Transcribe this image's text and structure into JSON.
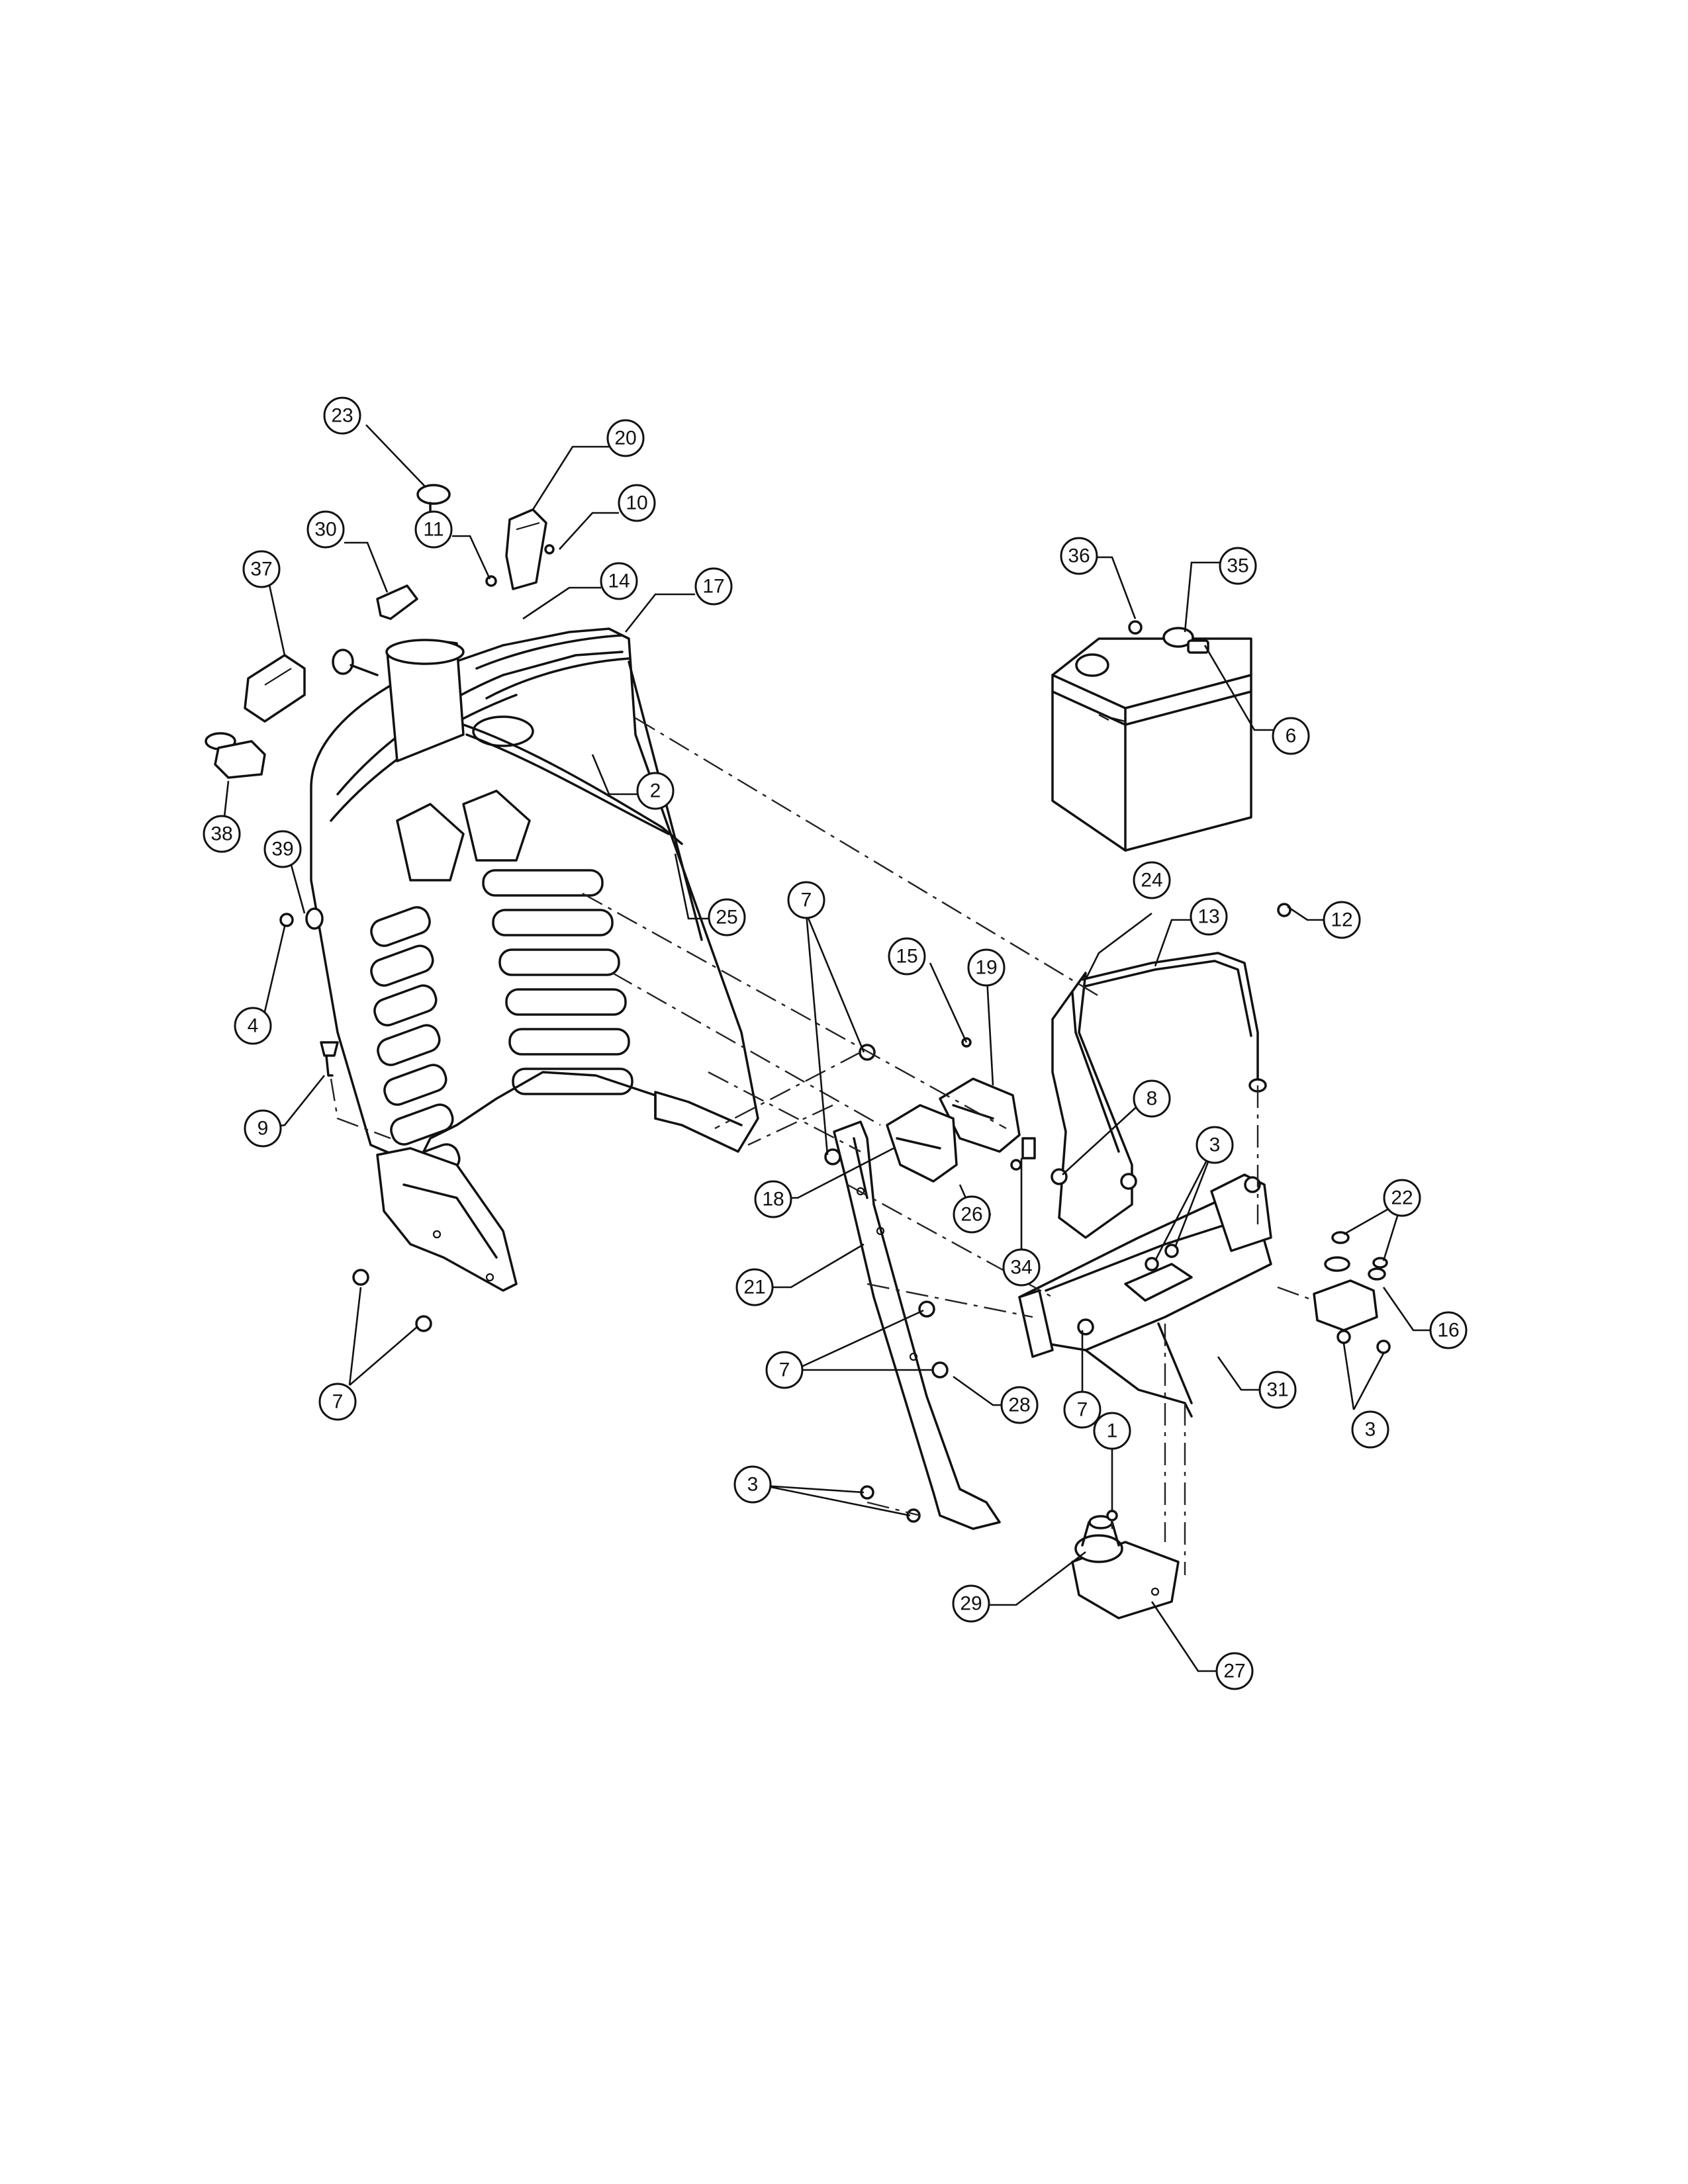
{
  "callouts": [
    {
      "id": "c23",
      "number": "23"
    },
    {
      "id": "c20",
      "number": "20"
    },
    {
      "id": "c10",
      "number": "10"
    },
    {
      "id": "c11",
      "number": "11"
    },
    {
      "id": "c30",
      "number": "30"
    },
    {
      "id": "c14",
      "number": "14"
    },
    {
      "id": "c17",
      "number": "17"
    },
    {
      "id": "c37",
      "number": "37"
    },
    {
      "id": "c38",
      "number": "38"
    },
    {
      "id": "c2",
      "number": "2"
    },
    {
      "id": "c39",
      "number": "39"
    },
    {
      "id": "c25",
      "number": "25"
    },
    {
      "id": "c4",
      "number": "4"
    },
    {
      "id": "c9",
      "number": "9"
    },
    {
      "id": "c7a",
      "number": "7"
    },
    {
      "id": "c7b",
      "number": "7"
    },
    {
      "id": "c7c",
      "number": "7"
    },
    {
      "id": "c7d",
      "number": "7"
    },
    {
      "id": "c15",
      "number": "15"
    },
    {
      "id": "c19",
      "number": "19"
    },
    {
      "id": "c18",
      "number": "18"
    },
    {
      "id": "c26",
      "number": "26"
    },
    {
      "id": "c24",
      "number": "24"
    },
    {
      "id": "c13",
      "number": "13"
    },
    {
      "id": "c12",
      "number": "12"
    },
    {
      "id": "c8",
      "number": "8"
    },
    {
      "id": "c3a",
      "number": "3"
    },
    {
      "id": "c3b",
      "number": "3"
    },
    {
      "id": "c3c",
      "number": "3"
    },
    {
      "id": "c34",
      "number": "34"
    },
    {
      "id": "c21",
      "number": "21"
    },
    {
      "id": "c28",
      "number": "28"
    },
    {
      "id": "c31",
      "number": "31"
    },
    {
      "id": "c22",
      "number": "22"
    },
    {
      "id": "c16",
      "number": "16"
    },
    {
      "id": "c1",
      "number": "1"
    },
    {
      "id": "c29",
      "number": "29"
    },
    {
      "id": "c27",
      "number": "27"
    },
    {
      "id": "c36",
      "number": "36"
    },
    {
      "id": "c35",
      "number": "35"
    },
    {
      "id": "c6",
      "number": "6"
    }
  ]
}
